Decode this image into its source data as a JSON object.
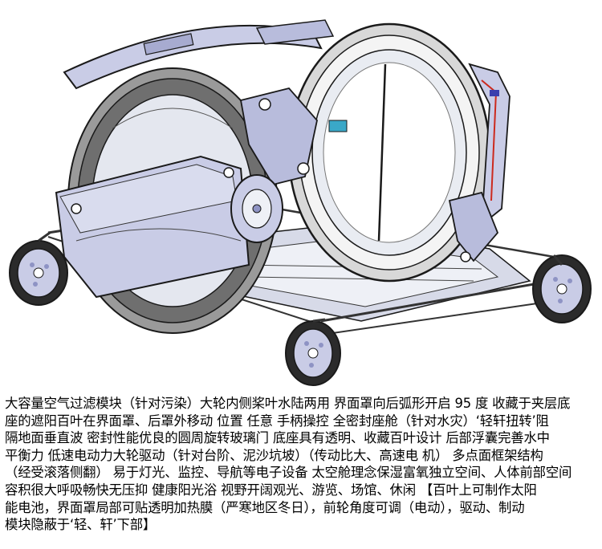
{
  "colors": {
    "frame": "#c9cce6",
    "frame_dark": "#8e93c4",
    "outline": "#1a1a1a",
    "tire": "#2b2b2b",
    "glass": "#e9ecf2",
    "red_accent": "#cc2a1e",
    "cyan_accent": "#3aa8c8"
  },
  "caption": {
    "lines": [
      "大容量空气过滤模块（针对污染）大轮内侧桨叶水陆两用  界面罩向后弧形开启 95 度   收藏于夹层底",
      "座的遮阳百叶在界面罩、后罩外移动   位置 任意   手柄操控   全密封座舱（针对水灾）‘轻轩扭转’阻",
      "隔地面垂直波   密封性能优良的圆周旋转玻璃门   底座具有透明、收藏百叶设计   后部浮囊完善水中",
      "平衡力   低速电动力大轮驱动（针对台阶、泥沙坑坡）（传动比大、高速电 机）    多点面框架结构",
      "（经受滚落侧翻）  易于灯光、监控、导航等电子设备   太空舱理念保湿富氧独立空间、人体前部空间",
      "容积很大呼吸畅快无压抑   健康阳光浴  视野开阔观光、游览、场馆、休闲   【百叶上可制作太阳",
      "能电池，界面罩局部可贴透明加热膜（严寒地区冬日），前轮角度可调（电动），驱动、制动",
      "模块隐蔽于‘轻、轩’下部】"
    ]
  }
}
